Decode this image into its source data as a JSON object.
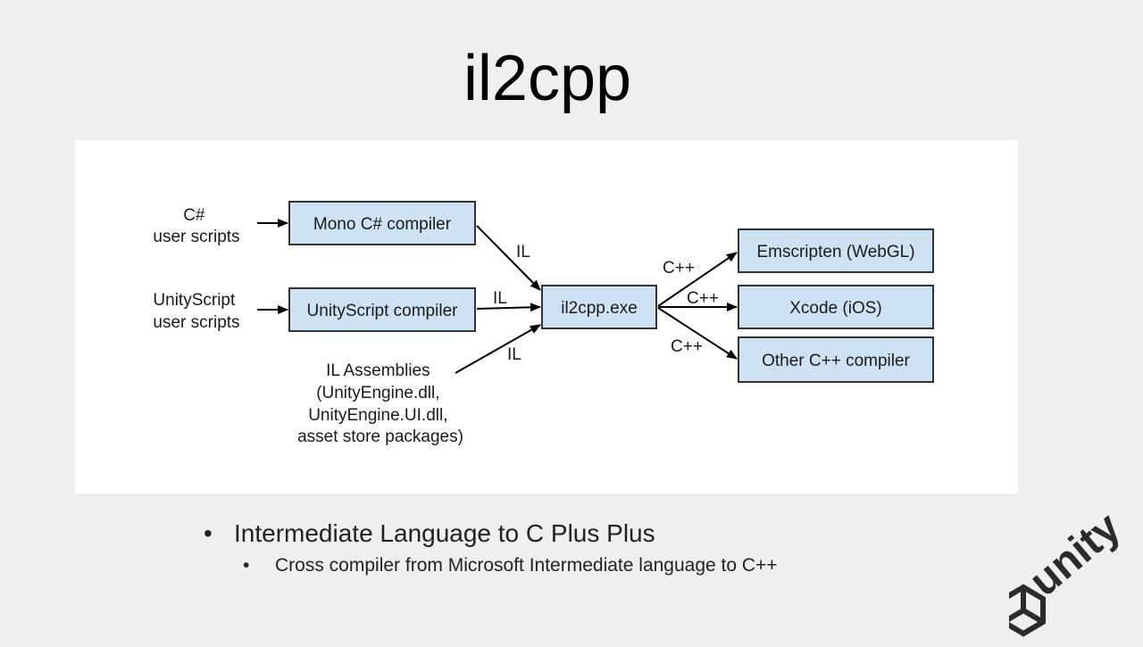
{
  "title": "il2cpp",
  "diagram": {
    "inputs": {
      "csharp": [
        "C#",
        "user scripts"
      ],
      "unityscript": [
        "UnityScript",
        "user scripts"
      ],
      "assemblies": [
        "IL Assemblies",
        "(UnityEngine.dll,",
        "UnityEngine.UI.dll,",
        "asset store packages)"
      ]
    },
    "boxes": {
      "mono": "Mono C# compiler",
      "unityscript": "UnityScript compiler",
      "il2cpp": "il2cpp.exe",
      "emscripten": "Emscripten (WebGL)",
      "xcode": "Xcode (iOS)",
      "other": "Other C++ compiler"
    },
    "edge_labels": {
      "il_1": "IL",
      "il_2": "IL",
      "il_3": "IL",
      "cpp_1": "C++",
      "cpp_2": "C++",
      "cpp_3": "C++"
    },
    "colors": {
      "box_fill": "#cfe2f3",
      "box_stroke": "#333333",
      "arrow": "#000000"
    }
  },
  "bullets": {
    "level1": "Intermediate Language to C Plus Plus",
    "level2": "Cross compiler from Microsoft Intermediate language to C++",
    "bullet_char": "•"
  },
  "logo": {
    "icon": "unity-logo-icon",
    "text": "unity"
  }
}
